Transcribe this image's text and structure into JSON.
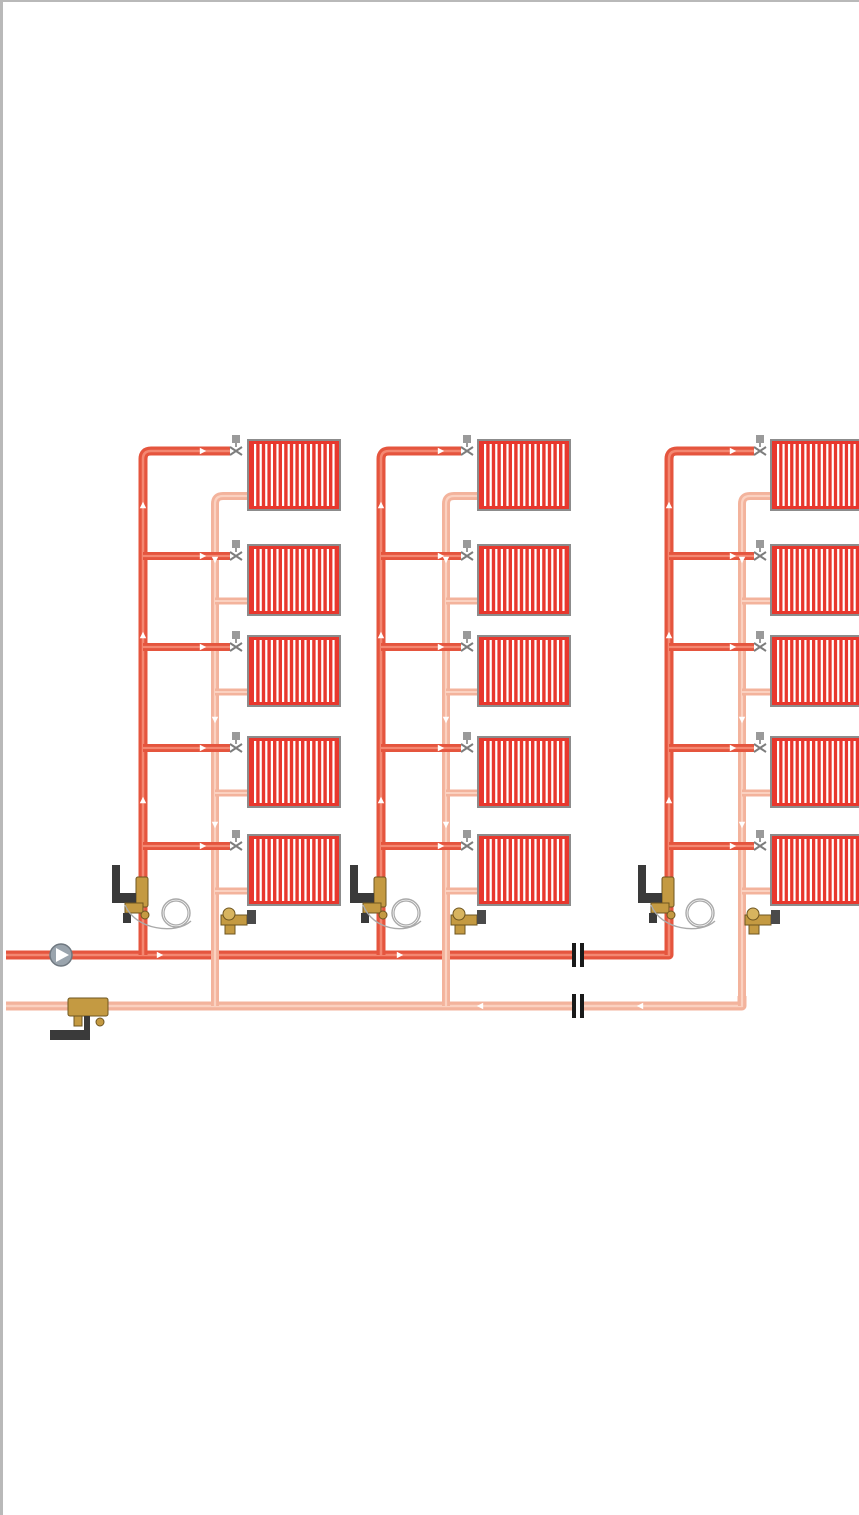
{
  "diagram": {
    "title": "",
    "colors": {
      "supply_pipe": "#e5553e",
      "supply_highlight": "#f7907a",
      "return_pipe": "#f3b39c",
      "return_highlight": "#fbd6c7",
      "radiator_fill": "#e8372d",
      "radiator_stripe": "#ffffff",
      "radiator_frame": "#8c8c8c",
      "valve_brass": "#c49a42",
      "valve_dark": "#3a3a3a",
      "pump_body": "#9aa4ad",
      "frame_line": "#b9b9b9"
    },
    "components": {
      "pump_icon": "pump-icon",
      "balancing_valve_icon": "balancing-valve-icon",
      "differential_pressure_controller_icon": "dp-controller-icon",
      "thermostatic_valve_icon": "thermostatic-valve-icon",
      "pipe_break_icon": "pipe-break-icon"
    },
    "risers": [
      {
        "id": "riser-1",
        "radiators": 5
      },
      {
        "id": "riser-2",
        "radiators": 5
      },
      {
        "id": "riser-3",
        "radiators": 5
      }
    ]
  }
}
